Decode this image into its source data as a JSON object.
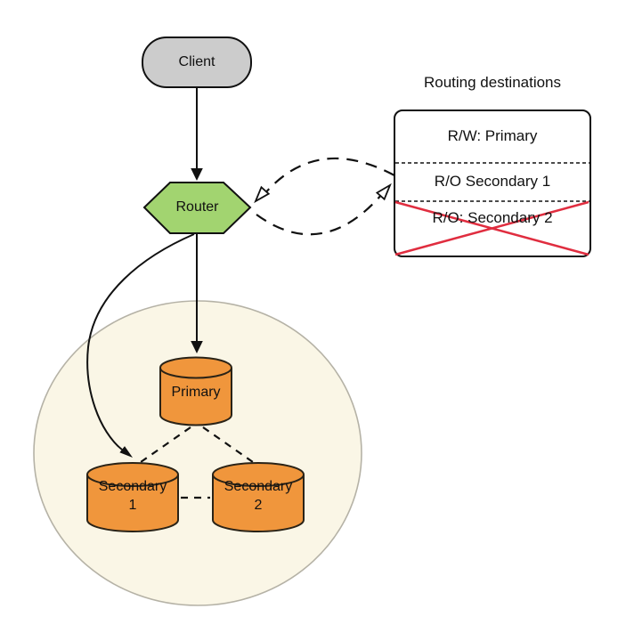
{
  "nodes": {
    "client": {
      "label": "Client"
    },
    "router": {
      "label": "Router"
    },
    "primary": {
      "label": "Primary"
    },
    "secondary1": {
      "label": "Secondary 1"
    },
    "secondary2": {
      "label": "Secondary 2"
    }
  },
  "routing_table": {
    "title": "Routing destinations",
    "rows": [
      {
        "label": "R/W: Primary",
        "crossed_out": false
      },
      {
        "label": "R/O Secondary 1",
        "crossed_out": false
      },
      {
        "label": "R/O: Secondary 2",
        "crossed_out": true
      }
    ]
  },
  "colors": {
    "client_fill": "#cccccc",
    "router_fill": "#a2d470",
    "db_fill": "#f0963c",
    "cluster_fill": "#faf6e6",
    "crossout_red": "#e02d3f",
    "line": "#111111"
  }
}
